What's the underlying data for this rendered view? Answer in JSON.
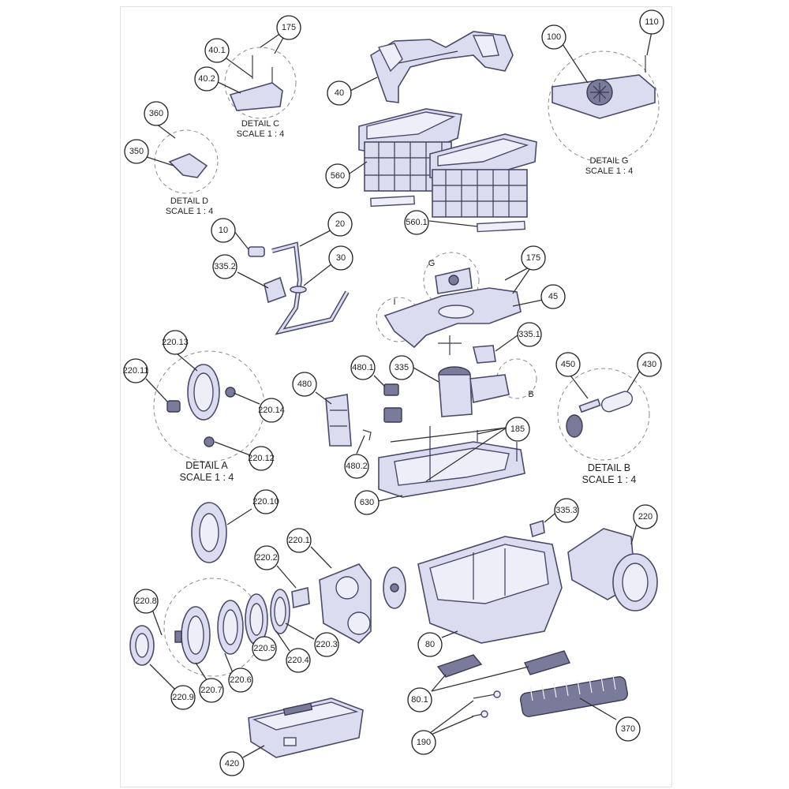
{
  "callouts": {
    "c40_1": "40.1",
    "c175a": "175",
    "c40_2": "40.2",
    "c40": "40",
    "c100": "100",
    "c110": "110",
    "c360": "360",
    "c350": "350",
    "c560": "560",
    "c560_1": "560.1",
    "c10": "10",
    "c20": "20",
    "c30": "30",
    "c335_2": "335.2",
    "c175b": "175",
    "c45": "45",
    "c220_13": "220.13",
    "c220_11": "220.11",
    "c220_14": "220.14",
    "c220_12": "220.12",
    "c335_1": "335.1",
    "c335": "335",
    "c480_1": "480.1",
    "c480": "480",
    "c480_2": "480.2",
    "c185": "185",
    "c450": "450",
    "c430": "430",
    "c630": "630",
    "c220_10": "220.10",
    "c335_3": "335.3",
    "c220": "220",
    "c220_1": "220.1",
    "c220_2": "220.2",
    "c220_8": "220.8",
    "c220_3": "220.3",
    "c220_5": "220.5",
    "c220_4": "220.4",
    "c220_6": "220.6",
    "c220_9": "220.9",
    "c220_7": "220.7",
    "c80": "80",
    "c80_1": "80.1",
    "c370": "370",
    "c190": "190",
    "c420": "420"
  },
  "details": {
    "c": {
      "title": "DETAIL C",
      "scale": "SCALE 1 : 4"
    },
    "d": {
      "title": "DETAIL D",
      "scale": "SCALE 1 : 4"
    },
    "g": {
      "title": "DETAIL G",
      "scale": "SCALE 1 : 4"
    },
    "a": {
      "title": "DETAIL A",
      "scale": "SCALE 1 : 4"
    },
    "b": {
      "title": "DETAIL B",
      "scale": "SCALE 1 : 4"
    }
  },
  "view_markers": {
    "g": "G",
    "i": "I",
    "b": "B"
  },
  "colors": {
    "part_fill": "#dcdcf0",
    "part_stroke": "#4a4a6a",
    "bubble_stroke": "#222222"
  }
}
